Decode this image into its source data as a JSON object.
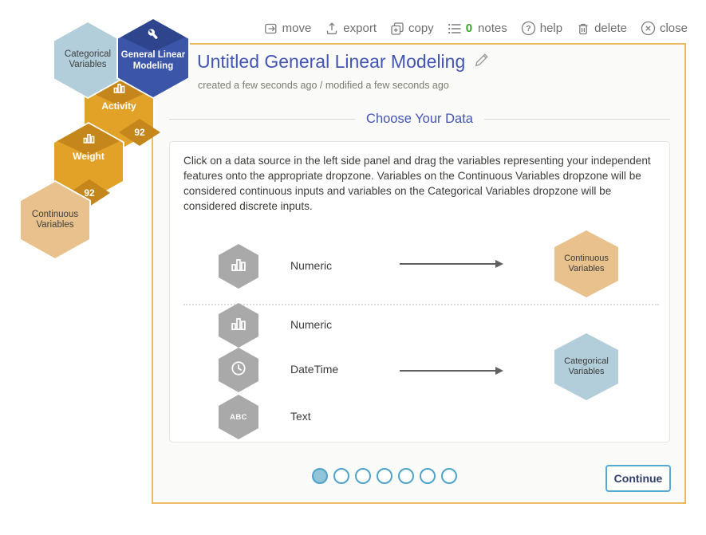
{
  "toolbar": {
    "move": "move",
    "export": "export",
    "copy": "copy",
    "notes_count": "0",
    "notes": "notes",
    "help": "help",
    "delete": "delete",
    "close": "close"
  },
  "workflow": {
    "categorical": {
      "label": "Categorical Variables",
      "color": "#b2cedb"
    },
    "glm": {
      "label": "General Linear Modeling",
      "color": "#3b55a8"
    },
    "activity": {
      "label": "Activity",
      "badge": "92",
      "color": "#e2a228"
    },
    "weight": {
      "label": "Weight",
      "badge": "92",
      "color": "#e2a228"
    },
    "continuous": {
      "label": "Continuous Variables",
      "color": "#e8c18c"
    }
  },
  "header": {
    "title": "Untitled General Linear Modeling",
    "meta": "created a few seconds ago / modified a few seconds ago"
  },
  "section_heading": "Choose Your Data",
  "instructions": "Click on a data source in the left side panel and drag the variables representing your independent features onto the appropriate dropzone. Variables on the Continuous Variables dropzone will be considered continuous inputs and variables on the Categorical Variables dropzone will be considered discrete inputs.",
  "rows": {
    "continuous": {
      "types": [
        {
          "label": "Numeric",
          "icon": "bar-chart-icon"
        }
      ],
      "target": "Continuous Variables"
    },
    "categorical": {
      "types": [
        {
          "label": "Numeric",
          "icon": "bar-chart-icon"
        },
        {
          "label": "DateTime",
          "icon": "clock-icon"
        },
        {
          "label": "Text",
          "icon": "abc-icon"
        }
      ],
      "target": "Categorical Variables"
    }
  },
  "icons": {
    "abc": "ABC"
  },
  "pagination": {
    "pages": 7,
    "active_index": 0
  },
  "continue_label": "Continue",
  "colors": {
    "panel_border": "#ecb964",
    "title_blue": "#4355b2",
    "hex_blue": "#3b55a8",
    "hex_blue_diamond": "#2e458d",
    "hex_orange": "#e2a228",
    "hex_orange_diamond": "#c5861c",
    "hex_lightblue": "#b2cedb",
    "hex_tan": "#e8c18c",
    "hex_gray": "#a9a9a9",
    "dot_border": "#4fa3c9",
    "dot_fill": "#91c3d9",
    "notes_green": "#3da32e"
  }
}
